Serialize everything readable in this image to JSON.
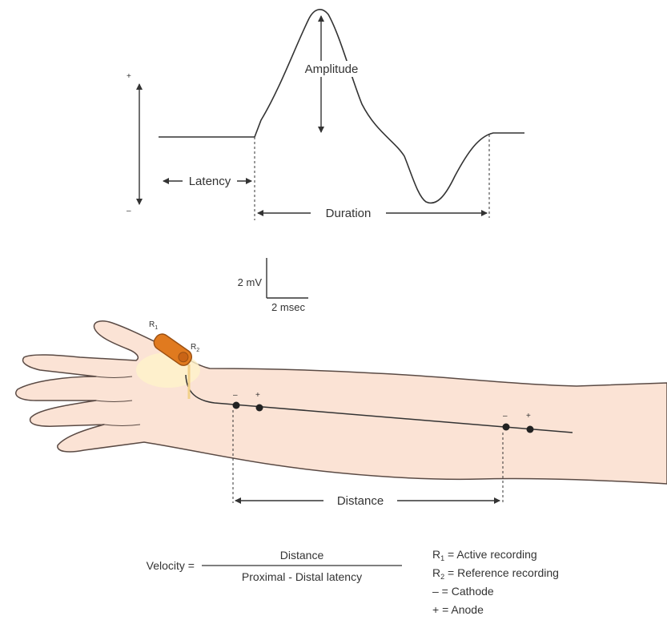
{
  "waveform": {
    "amplitude_label": "Amplitude",
    "latency_label": "Latency",
    "duration_label": "Duration"
  },
  "scale_bar": {
    "vertical_label": "2 mV",
    "horizontal_label": "2 msec"
  },
  "arm": {
    "electrode_r1": "R",
    "electrode_r1_sub": "1",
    "electrode_r2": "R",
    "electrode_r2_sub": "2",
    "minus_sign": "–",
    "plus_sign": "+",
    "distance_label": "Distance"
  },
  "formula": {
    "lhs": "Velocity =",
    "numerator": "Distance",
    "denominator": "Proximal - Distal latency"
  },
  "legend": [
    {
      "symbol": "R",
      "sub": "1",
      "text": " = Active recording"
    },
    {
      "symbol": "R",
      "sub": "2",
      "text": " = Reference recording"
    },
    {
      "symbol": "–",
      "sub": "",
      "text": " = Cathode"
    },
    {
      "symbol": "+",
      "sub": "",
      "text": " = Anode"
    }
  ],
  "colors": {
    "skin": "#fbe3d5",
    "skin_outline": "#5a4a44",
    "electrode": "#e07a1f",
    "electrode_dark": "#9a4f12",
    "wire": "#f2d18a",
    "line": "#333333"
  }
}
